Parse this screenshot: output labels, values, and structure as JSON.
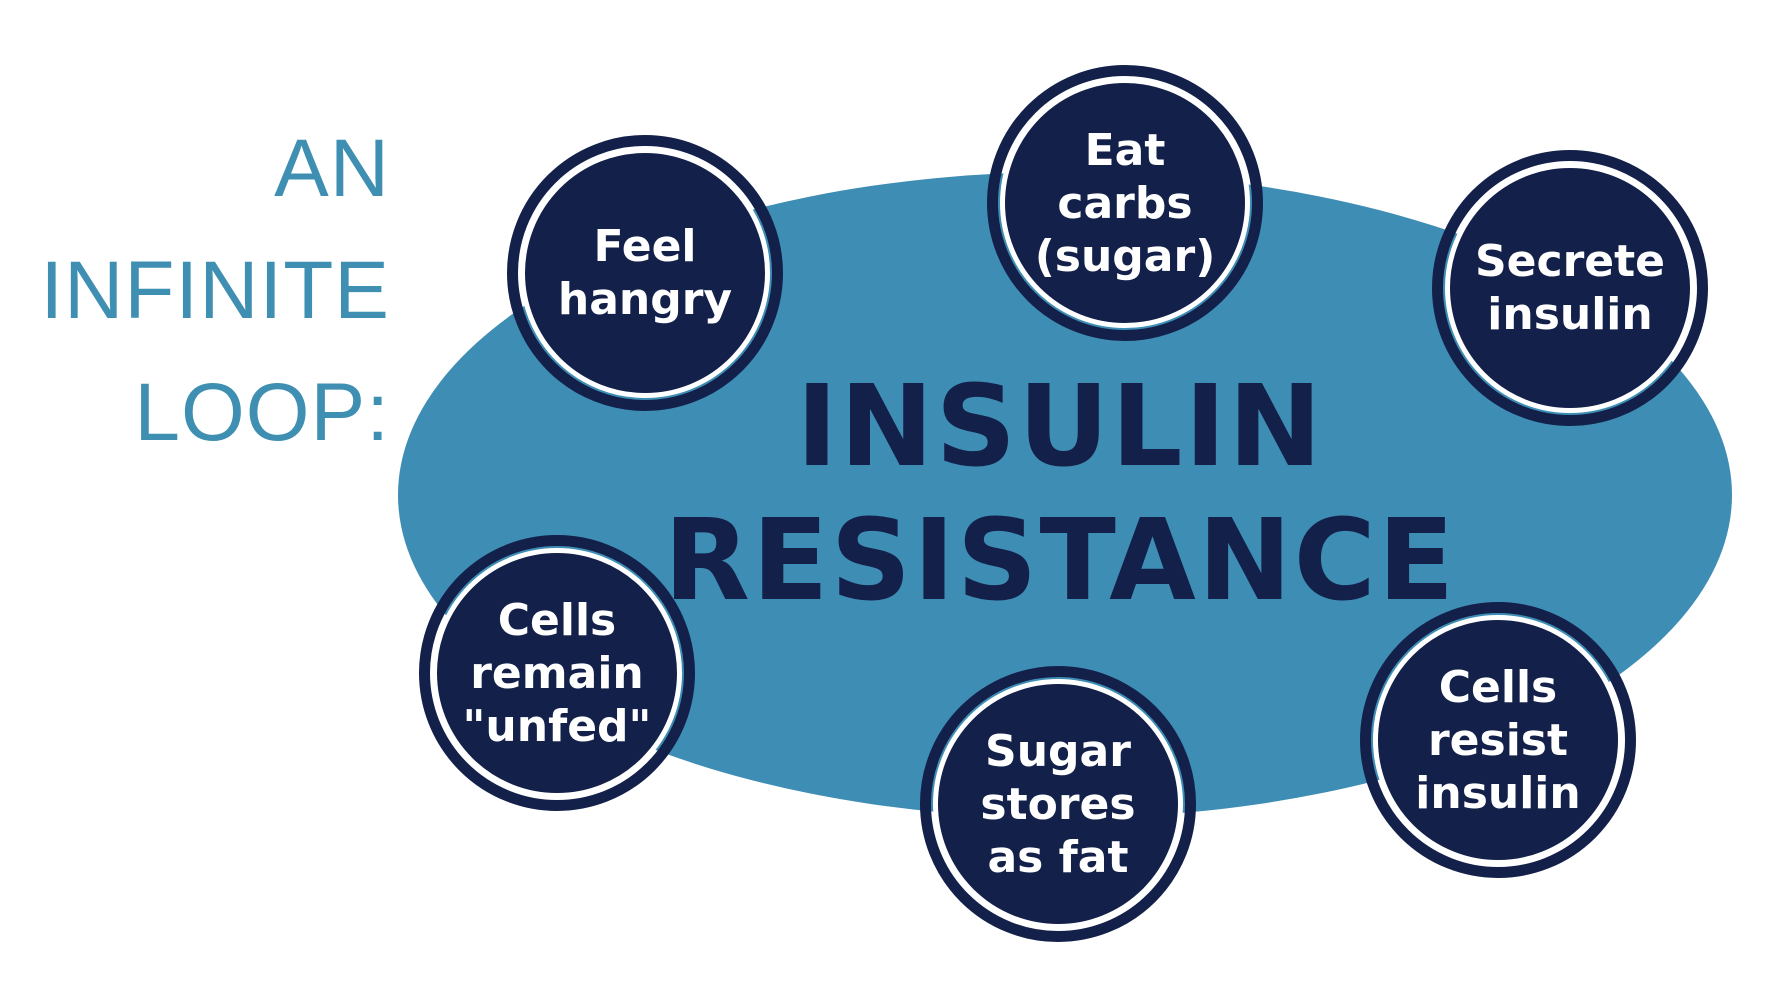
{
  "title": {
    "lines": [
      "AN",
      "INFINITE",
      "LOOP:"
    ]
  },
  "center": {
    "lines": [
      "INSULIN",
      "RESISTANCE"
    ]
  },
  "nodes": [
    {
      "lines": [
        "Feel",
        "hangry"
      ]
    },
    {
      "lines": [
        "Eat",
        "carbs",
        "(sugar)"
      ]
    },
    {
      "lines": [
        "Secrete",
        "insulin"
      ]
    },
    {
      "lines": [
        "Cells",
        "resist",
        "insulin"
      ]
    },
    {
      "lines": [
        "Sugar",
        "stores",
        "as fat"
      ]
    },
    {
      "lines": [
        "Cells",
        "remain",
        "\"unfed\""
      ]
    }
  ],
  "colors": {
    "title": "#3f8fb3",
    "ellipse": "#3e8db4",
    "center_text": "#13204a",
    "node_fill": "#13204a",
    "node_ring": "#ffffff",
    "node_text": "#ffffff"
  }
}
